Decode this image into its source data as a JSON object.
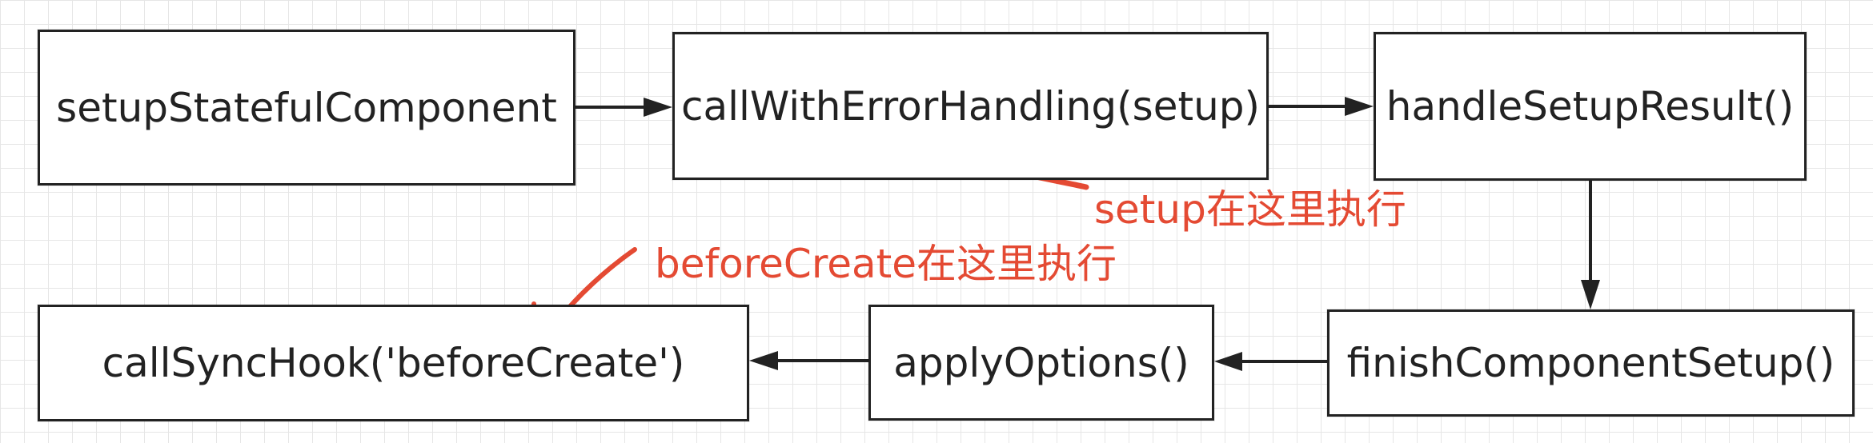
{
  "nodes": {
    "setup_stateful": "setupStatefulComponent",
    "call_with_error": "callWithErrorHandling(setup)",
    "handle_setup_result": "handleSetupResult()",
    "finish_component_setup": "finishComponentSetup()",
    "apply_options": "applyOptions()",
    "call_sync_hook": "callSyncHook('beforeCreate')"
  },
  "annotations": {
    "setup_runs_here": "setup在这里执行",
    "before_create_runs_here": "beforeCreate在这里执行"
  },
  "colors": {
    "annotation": "#e44a33",
    "stroke": "#222222",
    "grid": "#e6e6e6"
  }
}
